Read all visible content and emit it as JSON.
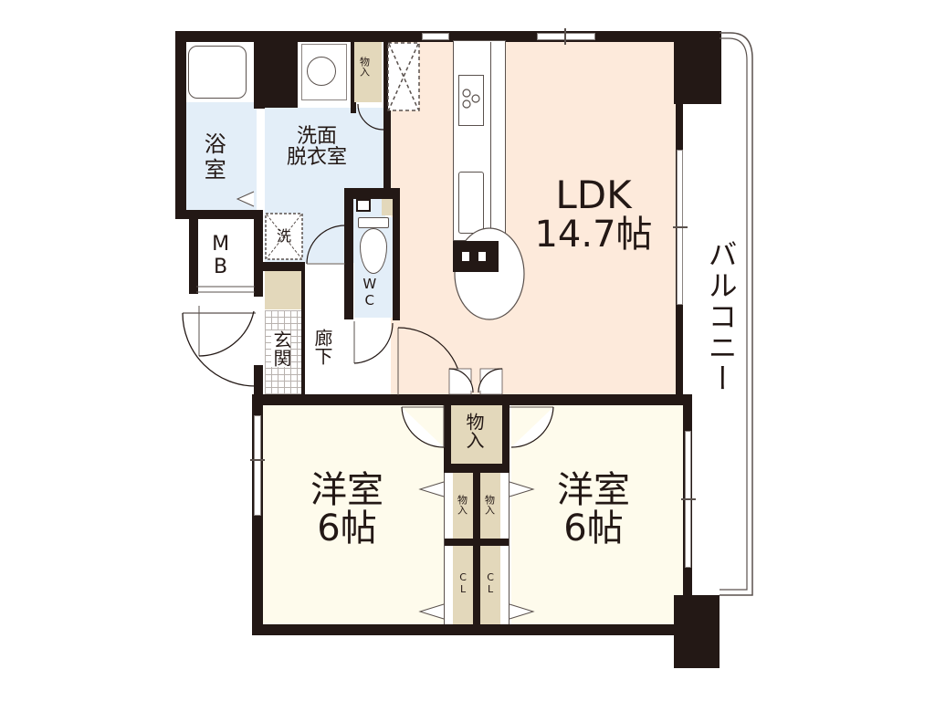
{
  "colors": {
    "wall": "#231815",
    "ldk_floor": "#fdeadb",
    "western_room_floor": "#fefbec",
    "wet_area_floor": "#e3eef8",
    "storage_floor": "#e3d8bb",
    "plain_floor": "#ffffff"
  },
  "rooms": {
    "ldk": {
      "name": "LDK",
      "size": "14.7帖"
    },
    "bath": {
      "name": "浴室"
    },
    "washroom": {
      "name_line1": "洗面",
      "name_line2": "脱衣室"
    },
    "washer": {
      "label": "洗"
    },
    "meter_box": {
      "label": "MB"
    },
    "toilet": {
      "label": "WC"
    },
    "entrance": {
      "name": "玄関"
    },
    "hallway": {
      "name": "廊下"
    },
    "western_room_left": {
      "name": "洋室",
      "size": "6帖"
    },
    "western_room_right": {
      "name": "洋室",
      "size": "6帖"
    },
    "balcony": {
      "name": "バルコニー"
    }
  },
  "storage": {
    "washroom_storage": "物入",
    "hall_storage": "物入",
    "left_storage": "物入",
    "right_storage": "物入",
    "left_closet": "CL",
    "right_closet": "CL"
  }
}
